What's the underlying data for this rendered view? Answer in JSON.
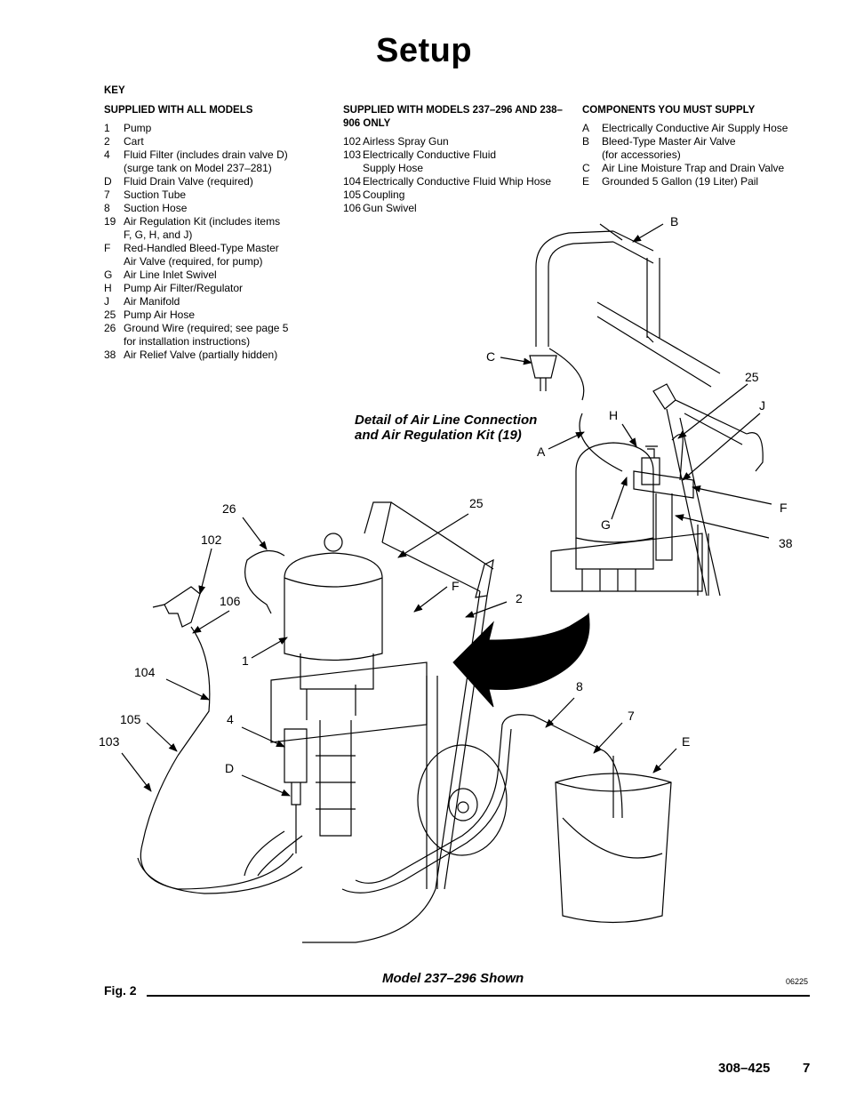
{
  "page": {
    "title": "Setup",
    "key_label": "KEY",
    "doc_number": "308–425",
    "page_number": "7"
  },
  "key_all_models": {
    "heading": "SUPPLIED WITH ALL MODELS",
    "items": [
      {
        "code": "1",
        "text": "Pump"
      },
      {
        "code": "2",
        "text": "Cart"
      },
      {
        "code": "4",
        "text": "Fluid Filter (includes drain valve D)"
      },
      {
        "code": "",
        "text": "(surge tank on Model 237–281)"
      },
      {
        "code": "D",
        "text": "Fluid Drain Valve (required)"
      },
      {
        "code": "7",
        "text": "Suction Tube"
      },
      {
        "code": "8",
        "text": "Suction Hose"
      },
      {
        "code": "19",
        "text": "Air Regulation Kit (includes items"
      },
      {
        "code": "",
        "text": "F, G, H, and J)"
      },
      {
        "code": "F",
        "text": "Red-Handled Bleed-Type Master"
      },
      {
        "code": "",
        "text": "Air Valve (required, for pump)"
      },
      {
        "code": "G",
        "text": "Air Line Inlet Swivel"
      },
      {
        "code": "H",
        "text": "Pump Air Filter/Regulator"
      },
      {
        "code": "J",
        "text": "Air Manifold"
      },
      {
        "code": "25",
        "text": "Pump Air Hose"
      },
      {
        "code": "26",
        "text": "Ground Wire (required; see page  5"
      },
      {
        "code": "",
        "text": "for installation instructions)"
      },
      {
        "code": "38",
        "text": "Air Relief Valve (partially hidden)"
      }
    ]
  },
  "key_special_models": {
    "heading": "SUPPLIED WITH MODELS 237–296 AND 238–906 ONLY",
    "items": [
      {
        "code": "102",
        "text": "Airless Spray Gun"
      },
      {
        "code": "103",
        "text": "Electrically Conductive Fluid"
      },
      {
        "code": "",
        "text": "Supply Hose"
      },
      {
        "code": "104",
        "text": "Electrically Conductive Fluid Whip Hose"
      },
      {
        "code": "105",
        "text": "Coupling"
      },
      {
        "code": "106",
        "text": "Gun Swivel"
      }
    ]
  },
  "key_user_supplied": {
    "heading": "COMPONENTS YOU MUST SUPPLY",
    "items": [
      {
        "code": "A",
        "text": "Electrically Conductive Air Supply Hose"
      },
      {
        "code": "B",
        "text": "Bleed-Type Master Air Valve"
      },
      {
        "code": "",
        "text": "(for accessories)"
      },
      {
        "code": "C",
        "text": "Air Line Moisture Trap and Drain Valve"
      },
      {
        "code": "E",
        "text": "Grounded 5 Gallon (19 Liter) Pail"
      }
    ]
  },
  "figure": {
    "detail_caption_line1": "Detail of Air Line Connection",
    "detail_caption_line2": "and Air Regulation Kit (19)",
    "model_caption": "Model 237–296 Shown",
    "fig_label": "Fig. 2",
    "drawing_number": "06225",
    "callouts": {
      "b": "B",
      "c": "C",
      "a": "A",
      "h": "H",
      "j": "J",
      "g": "G",
      "f": "F",
      "n25_detail": "25",
      "n38": "38",
      "n26": "26",
      "n102": "102",
      "n25_main": "25",
      "f_main": "F",
      "n2": "2",
      "n106": "106",
      "n1": "1",
      "n104": "104",
      "n105": "105",
      "n103": "103",
      "n4": "4",
      "d": "D",
      "n8": "8",
      "n7": "7",
      "e": "E"
    }
  }
}
